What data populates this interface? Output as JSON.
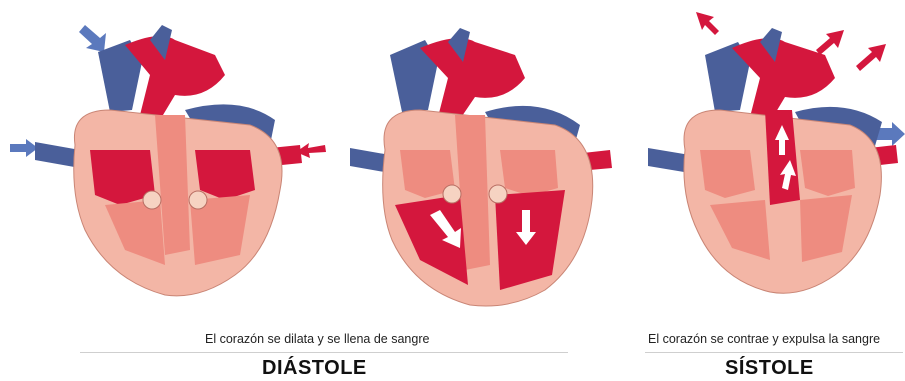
{
  "captions": {
    "diastole_description": "El corazón se dilata y se llena de sangre",
    "systole_description": "El corazón se contrae y expulsa la sangre"
  },
  "phases": {
    "diastole": "DIÁSTOLE",
    "systole": "SÍSTOLE"
  },
  "colors": {
    "blood_red": "#d4173d",
    "deep_red": "#b8102f",
    "vein_blue": "#4a5f9a",
    "heart_tissue": "#f3b6a6",
    "inner_tissue": "#ee8c80",
    "arrow_blue": "#5b79bd",
    "arrow_red": "#d4173d"
  },
  "icons": [
    "arrow-in-icon",
    "arrow-out-icon",
    "flow-arrow-icon"
  ]
}
